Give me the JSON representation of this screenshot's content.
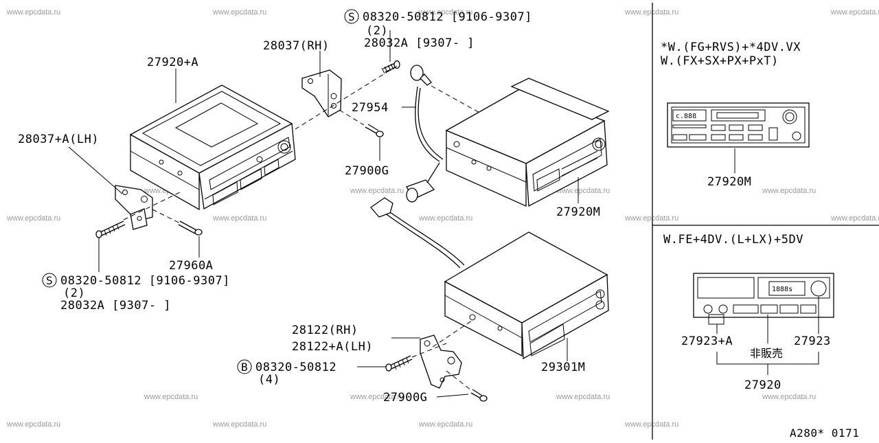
{
  "watermark": "www.epcdata.ru",
  "labels": {
    "screw_top_code": "08320-50812 [9106-9307]",
    "screw_top_qty": "(2)",
    "screw_top_alt": "28032A [9307-    ]",
    "bracket_rh": "28037(RH)",
    "unit_a": "27920+A",
    "cable": "27954",
    "bracket_lh": "28037+A(LH)",
    "screw_27900g_top": "27900G",
    "unit_m": "27920M",
    "screw_27960a": "27960A",
    "screw_left_code": "08320-50812 [9106-9307]",
    "screw_left_qty": "(2)",
    "screw_left_alt": "28032A [9307-    ]",
    "bracket_28122_rh": "28122(RH)",
    "bracket_28122_lh": "28122+A(LH)",
    "screw_b_code": "08320-50812",
    "screw_b_qty": "(4)",
    "screw_27900g_bot": "27900G",
    "unit_29301m": "29301M",
    "marker_s": "S",
    "marker_b": "B"
  },
  "panel1": {
    "line1": "*W.(FG+RVS)+*4DV.VX",
    "line2": "W.(FX+SX+PX+PxT)",
    "part": "27920M",
    "display": "c.888"
  },
  "panel2": {
    "title": "W.FE+4DV.(L+LX)+5DV",
    "part_a": "27923+A",
    "part_b": "27923",
    "note": "非販売",
    "part_c": "27920",
    "display": "1888s"
  },
  "footer_code": "A280* 0171"
}
